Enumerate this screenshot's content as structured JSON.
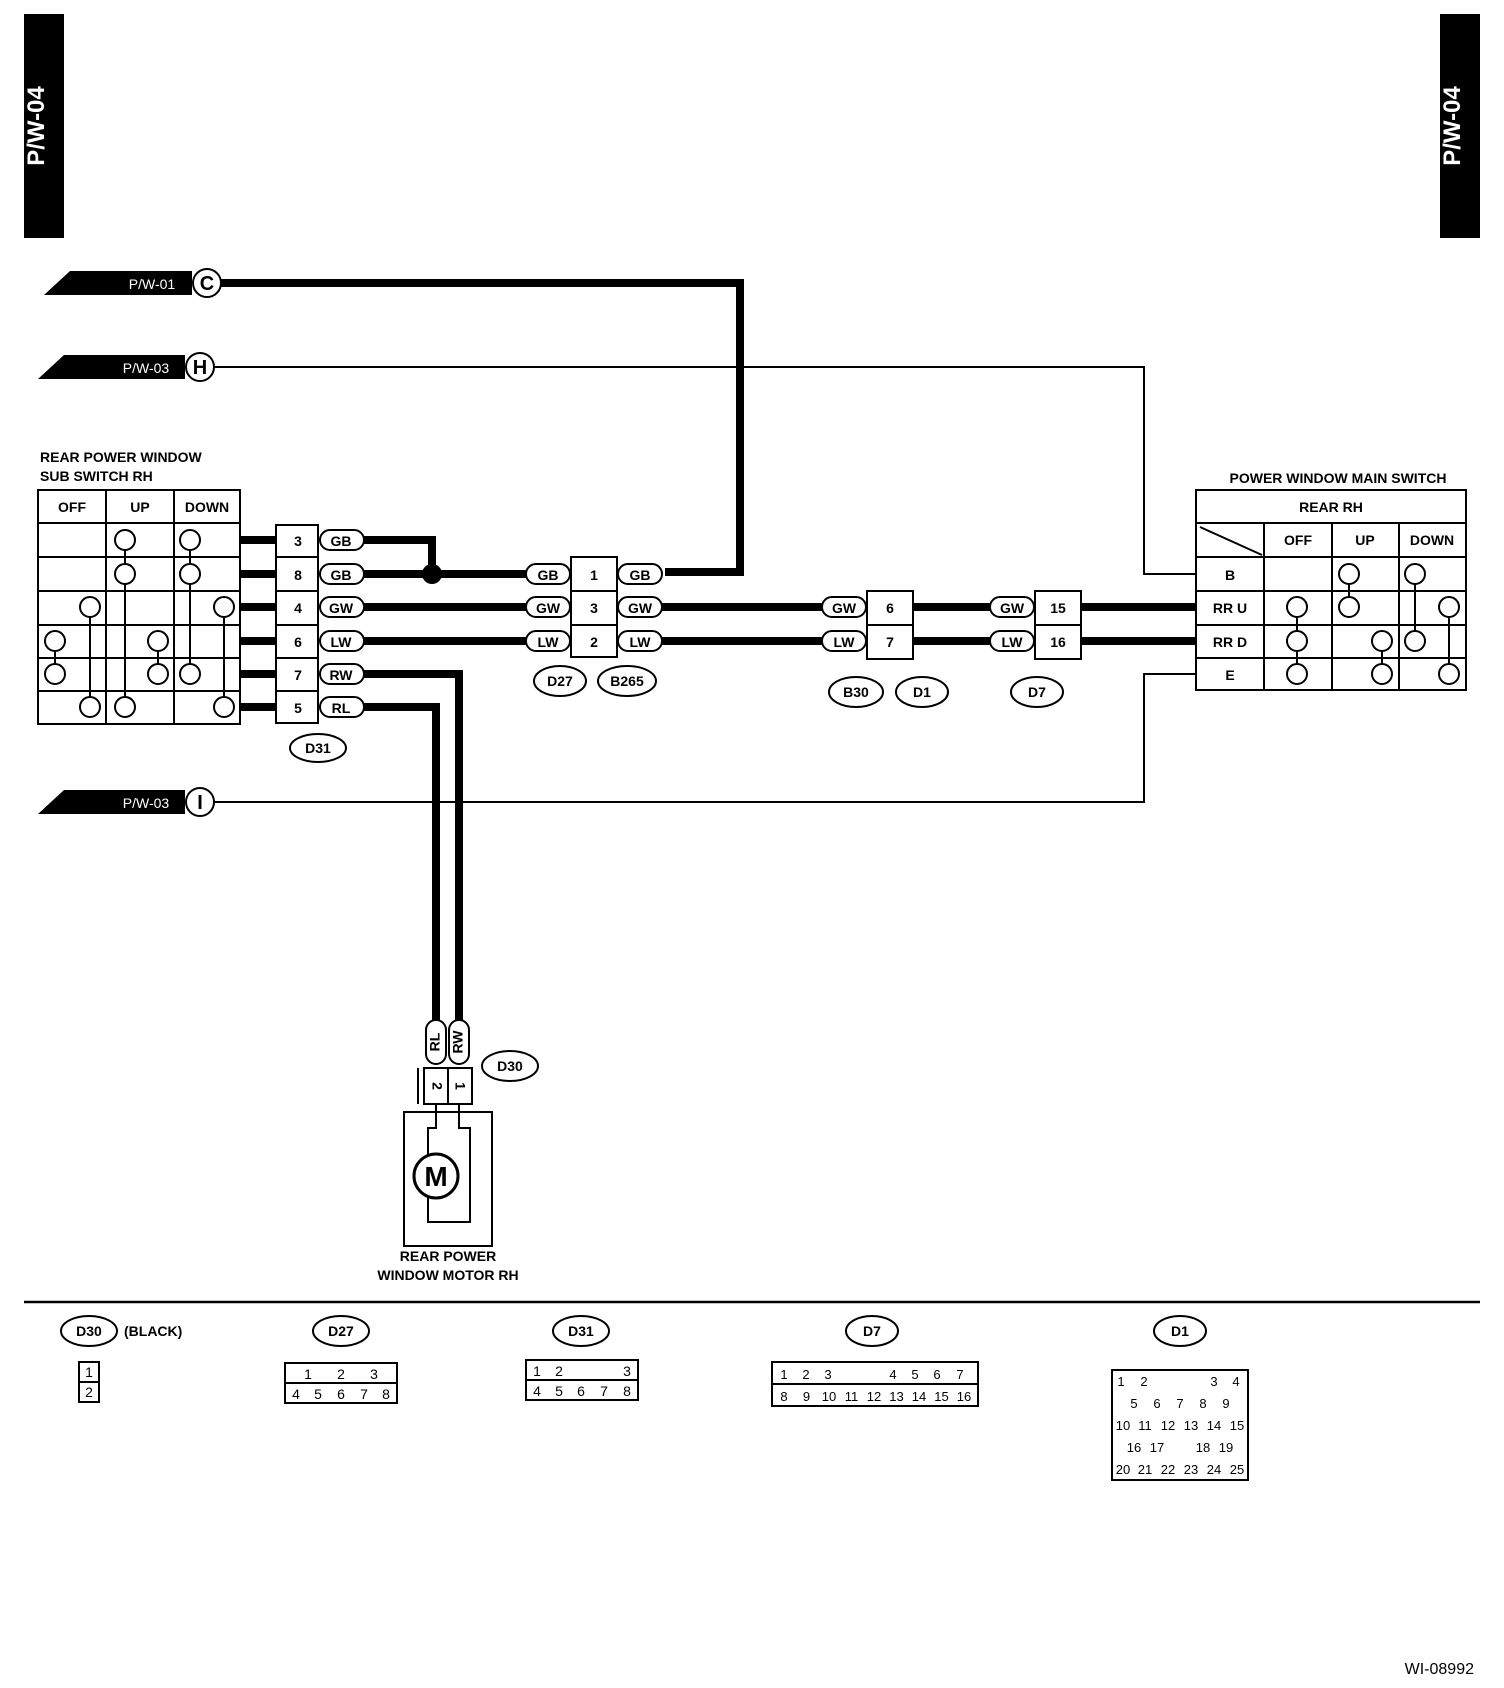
{
  "page_code": "P/W-04",
  "figure_id": "WI-08992",
  "connectors_ref": [
    {
      "label": "P/W-01",
      "mark": "C"
    },
    {
      "label": "P/W-03",
      "mark": "H"
    },
    {
      "label": "P/W-03",
      "mark": "I"
    }
  ],
  "sub_switch": {
    "title1": "REAR POWER WINDOW",
    "title2": "SUB SWITCH RH",
    "cols": [
      "OFF",
      "UP",
      "DOWN"
    ]
  },
  "main_switch": {
    "title": "POWER WINDOW MAIN SWITCH",
    "sub": "REAR RH",
    "cols": [
      "OFF",
      "UP",
      "DOWN"
    ],
    "rows": [
      "B",
      "RR U",
      "RR D",
      "E"
    ]
  },
  "d31_pins": [
    {
      "pin": "3",
      "wire": "GB"
    },
    {
      "pin": "8",
      "wire": "GB"
    },
    {
      "pin": "4",
      "wire": "GW"
    },
    {
      "pin": "6",
      "wire": "LW"
    },
    {
      "pin": "7",
      "wire": "RW"
    },
    {
      "pin": "5",
      "wire": "RL"
    }
  ],
  "d27": {
    "left": [
      "GB",
      "GW",
      "LW"
    ],
    "pins": [
      "1",
      "3",
      "2"
    ],
    "right": [
      "GB",
      "GW",
      "LW"
    ]
  },
  "b30": {
    "left": [
      "GW",
      "LW"
    ],
    "pins": [
      "6",
      "7"
    ]
  },
  "d7": {
    "left": [
      "GW",
      "LW"
    ],
    "pins": [
      "15",
      "16"
    ]
  },
  "motor": {
    "wires": [
      "RL",
      "RW"
    ],
    "pins": [
      "2",
      "1"
    ],
    "symbol": "M",
    "title1": "REAR POWER",
    "title2": "WINDOW MOTOR RH"
  },
  "tags": {
    "d31": "D31",
    "d27": "D27",
    "b265": "B265",
    "b30": "B30",
    "d1": "D1",
    "d7": "D7",
    "d30": "D30"
  },
  "legend": {
    "d30": {
      "name": "D30",
      "note": "(BLACK)",
      "rows": [
        [
          "1"
        ],
        [
          "2"
        ]
      ]
    },
    "d27": {
      "name": "D27",
      "rows": [
        [
          "1",
          "2",
          "3"
        ],
        [
          "4",
          "5",
          "6",
          "7",
          "8"
        ]
      ]
    },
    "d31": {
      "name": "D31",
      "rows": [
        [
          "1",
          "2",
          "3"
        ],
        [
          "4",
          "5",
          "6",
          "7",
          "8"
        ]
      ]
    },
    "d7": {
      "name": "D7",
      "rows": [
        [
          "1",
          "2",
          "3",
          "4",
          "5",
          "6",
          "7"
        ],
        [
          "8",
          "9",
          "10",
          "11",
          "12",
          "13",
          "14",
          "15",
          "16"
        ]
      ]
    },
    "d1": {
      "name": "D1",
      "rows": [
        [
          "1",
          "2",
          "3",
          "4"
        ],
        [
          "5",
          "6",
          "7",
          "8",
          "9"
        ],
        [
          "10",
          "11",
          "12",
          "13",
          "14",
          "15"
        ],
        [
          "16",
          "17",
          "18",
          "19"
        ],
        [
          "20",
          "21",
          "22",
          "23",
          "24",
          "25"
        ]
      ]
    }
  }
}
